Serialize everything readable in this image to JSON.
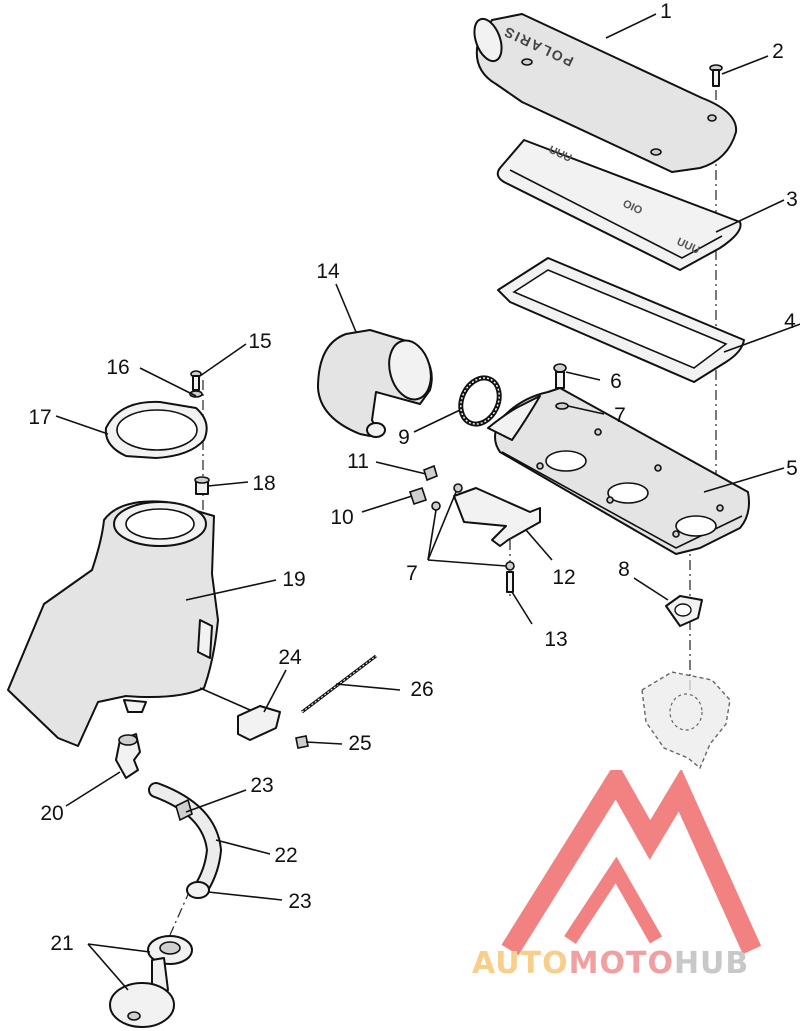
{
  "brand_stamp": "POLARIS",
  "callouts": {
    "c1": "1",
    "c2": "2",
    "c3": "3",
    "c4": "4",
    "c5": "5",
    "c6": "6",
    "c7a": "7",
    "c7b": "7",
    "c8": "8",
    "c9": "9",
    "c10": "10",
    "c11": "11",
    "c12": "12",
    "c13": "13",
    "c14": "14",
    "c15": "15",
    "c16": "16",
    "c17": "17",
    "c18": "18",
    "c19": "19",
    "c20": "20",
    "c21": "21",
    "c22": "22",
    "c23a": "23",
    "c23b": "23",
    "c24": "24",
    "c25": "25",
    "c26": "26"
  },
  "watermark": {
    "part1": "AUTO",
    "part2": "MOTO",
    "part3": "HUB",
    "colors": {
      "triangle": "#f06c6c",
      "auto": "#f7cf8b",
      "moto": "#f0a0a0",
      "hub": "#c8c8c8"
    }
  }
}
